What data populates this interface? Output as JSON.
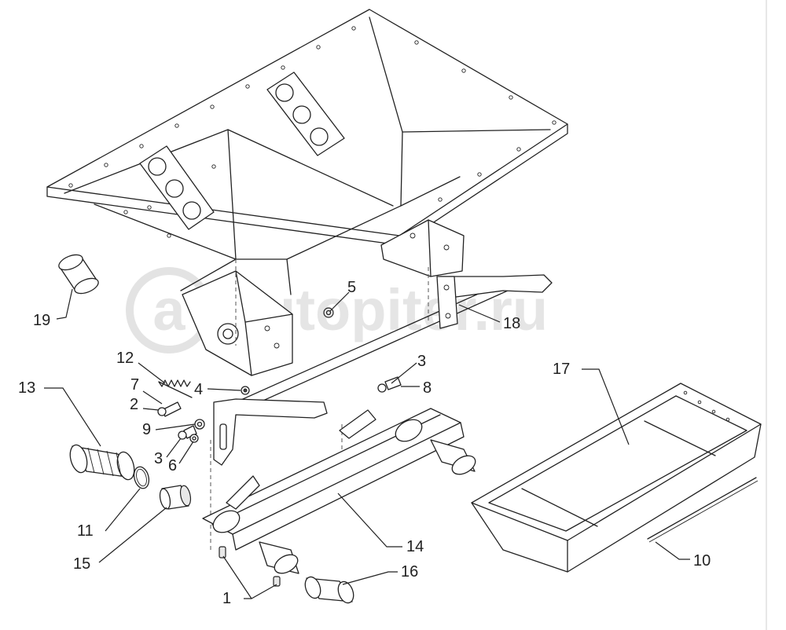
{
  "watermark": {
    "text": "autopiter.ru",
    "logo_letter": "a"
  },
  "colors": {
    "line": "#222222",
    "watermark": "#d0d0d0"
  },
  "callouts": [
    {
      "label": "19"
    },
    {
      "label": "5"
    },
    {
      "label": "18"
    },
    {
      "label": "12"
    },
    {
      "label": "7"
    },
    {
      "label": "2"
    },
    {
      "label": "9"
    },
    {
      "label": "3"
    },
    {
      "label": "6"
    },
    {
      "label": "4"
    },
    {
      "label": "3"
    },
    {
      "label": "8"
    },
    {
      "label": "13"
    },
    {
      "label": "11"
    },
    {
      "label": "15"
    },
    {
      "label": "17"
    },
    {
      "label": "14"
    },
    {
      "label": "16"
    },
    {
      "label": "1"
    },
    {
      "label": "10"
    }
  ]
}
